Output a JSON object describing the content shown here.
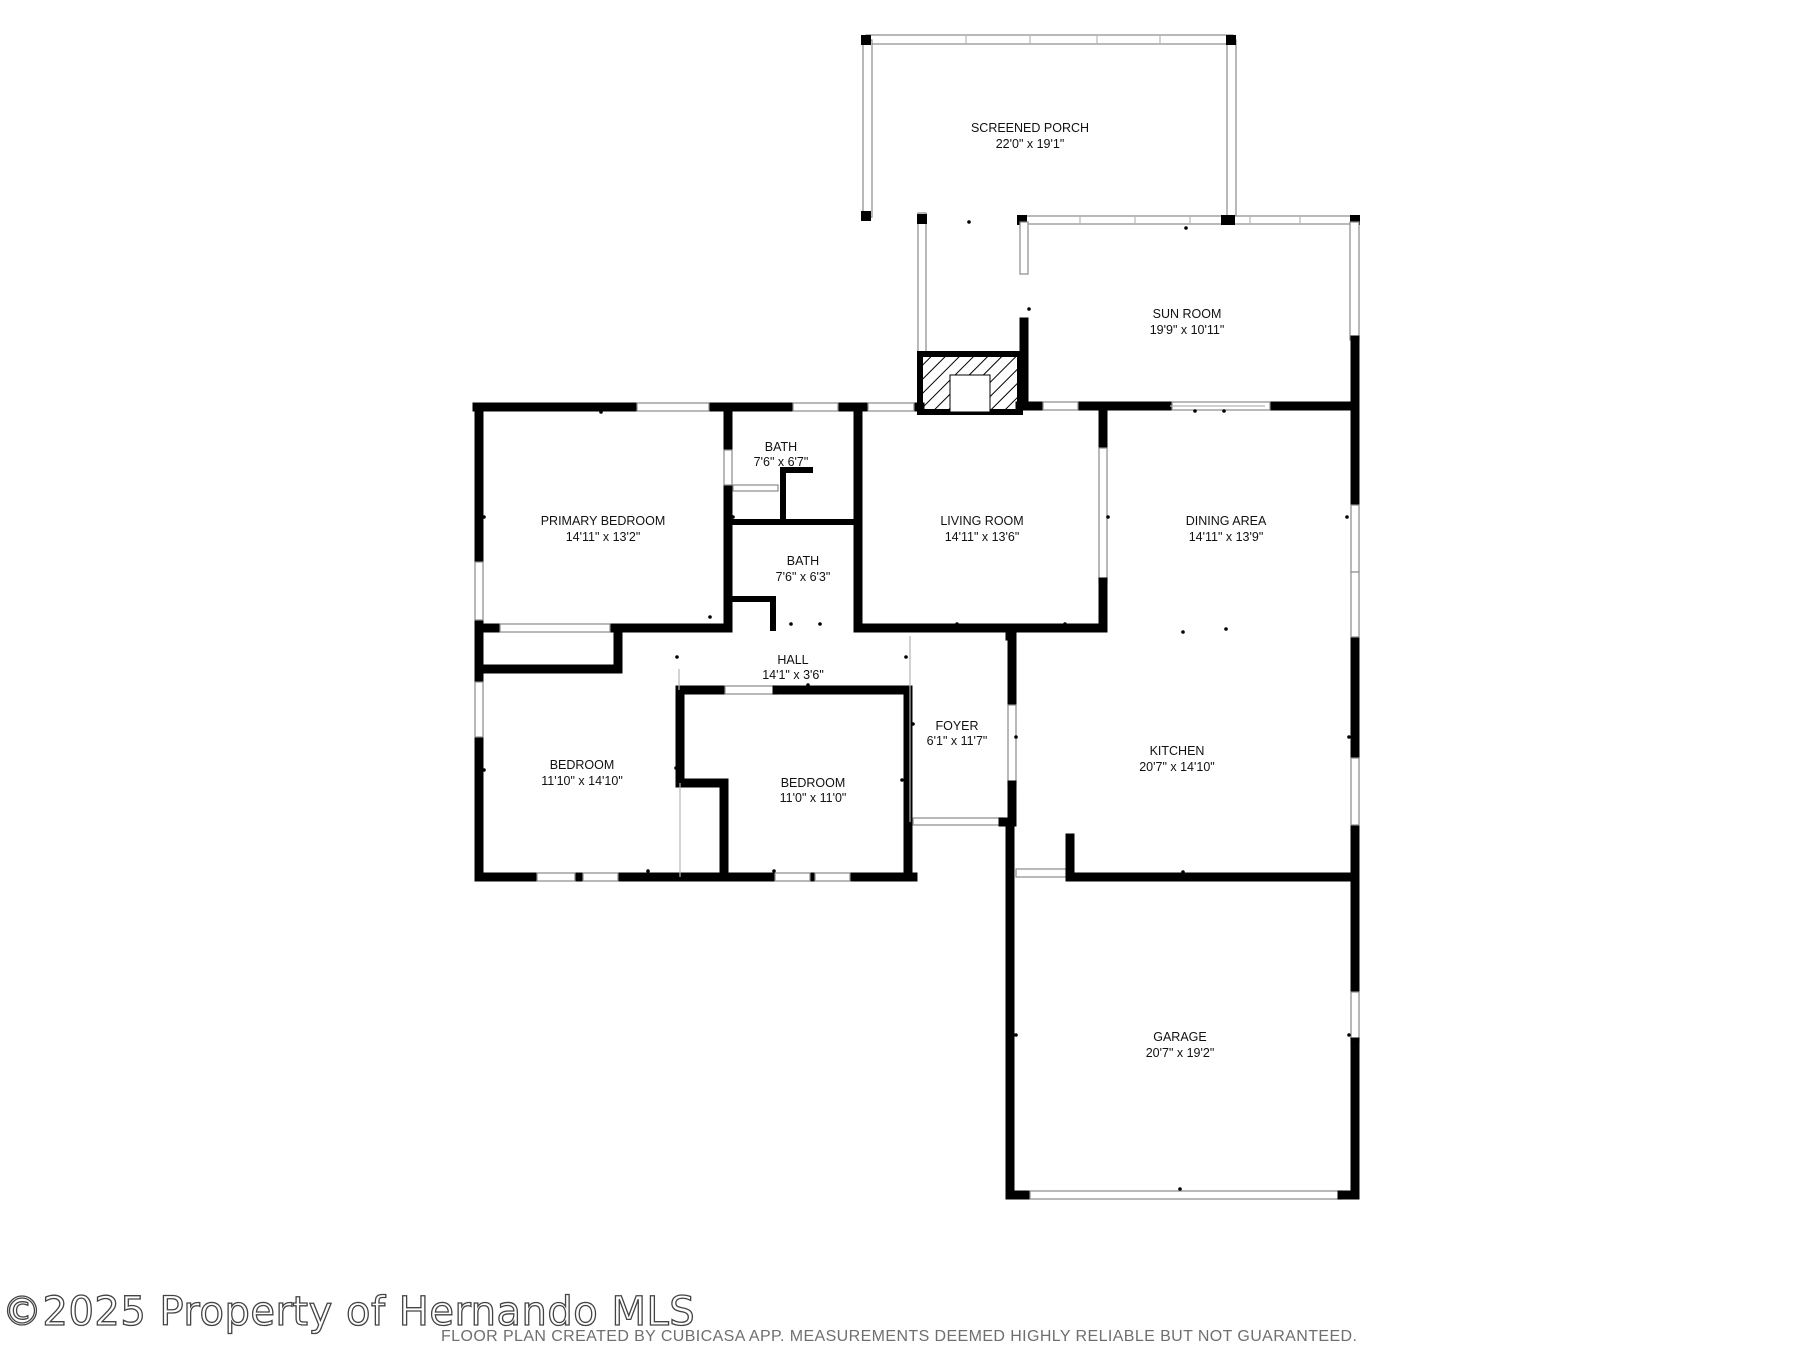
{
  "rooms": {
    "screened_porch": {
      "name": "SCREENED PORCH",
      "dim": "22'0\" x 19'1\""
    },
    "sun_room": {
      "name": "SUN ROOM",
      "dim": "19'9\" x 10'11\""
    },
    "bath_1": {
      "name": "BATH",
      "dim": "7'6\" x 6'7\""
    },
    "primary_bedroom": {
      "name": "PRIMARY BEDROOM",
      "dim": "14'11\" x 13'2\""
    },
    "living_room": {
      "name": "LIVING ROOM",
      "dim": "14'11\" x 13'6\""
    },
    "dining_area": {
      "name": "DINING AREA",
      "dim": "14'11\" x 13'9\""
    },
    "bath_2": {
      "name": "BATH",
      "dim": "7'6\" x 6'3\""
    },
    "hall": {
      "name": "HALL",
      "dim": "14'1\" x 3'6\""
    },
    "foyer": {
      "name": "FOYER",
      "dim": "6'1\" x 11'7\""
    },
    "kitchen": {
      "name": "KITCHEN",
      "dim": "20'7\" x 14'10\""
    },
    "bedroom_1": {
      "name": "BEDROOM",
      "dim": "11'10\" x 14'10\""
    },
    "bedroom_2": {
      "name": "BEDROOM",
      "dim": "11'0\" x 11'0\""
    },
    "garage": {
      "name": "GARAGE",
      "dim": "20'7\" x 19'2\""
    }
  },
  "footer": {
    "copyright": "©2025 Property of Hernando MLS",
    "disclaimer": "FLOOR PLAN CREATED BY CUBICASA APP. MEASUREMENTS DEEMED HIGHLY RELIABLE BUT NOT GUARANTEED."
  }
}
